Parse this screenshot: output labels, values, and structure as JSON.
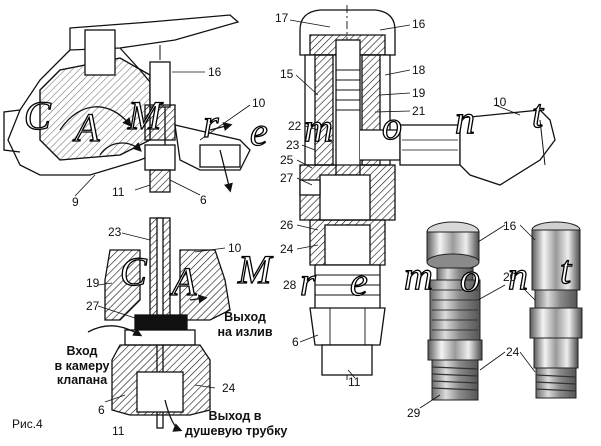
{
  "figure": {
    "caption": "Рис.4"
  },
  "watermark": {
    "letters": [
      "C",
      "A",
      "M",
      "r",
      "e",
      "m",
      "o",
      "n",
      "t"
    ]
  },
  "top_left_view": {
    "numbers": {
      "n16": "16",
      "n10": "10",
      "n11": "11",
      "n6": "6",
      "n9": "9"
    }
  },
  "bottom_left_view": {
    "numbers": {
      "n23": "23",
      "n10": "10",
      "n19": "19",
      "n27": "27",
      "n6": "6",
      "n11": "11",
      "n24": "24"
    },
    "labels": {
      "outlet_1": "Выход",
      "outlet_2": "на излив",
      "inlet_1": "Вход",
      "inlet_2": "в камеру",
      "inlet_3": "клапана",
      "shower_1": "Выход в",
      "shower_2": "душевую трубку"
    }
  },
  "center_view": {
    "numbers": {
      "n17": "17",
      "n16": "16",
      "n15": "15",
      "n18": "18",
      "n19": "19",
      "n21": "21",
      "n22": "22",
      "n23": "23",
      "n25": "25",
      "n27": "27",
      "n26": "26",
      "n24": "24",
      "n28": "28",
      "n6": "6",
      "n11": "11",
      "n10": "10"
    }
  },
  "photo_view": {
    "numbers": {
      "n16": "16",
      "n20": "20",
      "n24": "24",
      "n29": "29"
    }
  },
  "colors": {
    "ink": "#111111",
    "metal_light": "#e8e8e8",
    "metal_dark": "#6a6a6a",
    "paper": "#ffffff"
  }
}
